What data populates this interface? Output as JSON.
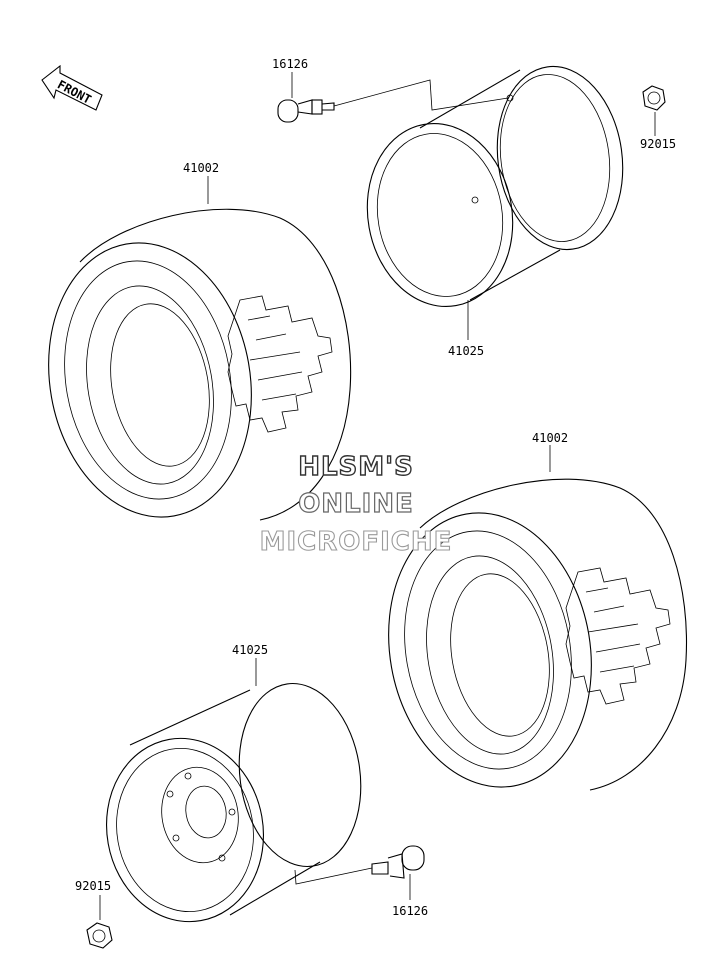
{
  "front_label": "FRONT",
  "parts": {
    "valve_top": "16126",
    "nut_top": "92015",
    "tire_left": "41002",
    "rim_top": "41025",
    "tire_right": "41002",
    "rim_bottom": "41025",
    "nut_bottom": "92015",
    "valve_bottom": "16126"
  },
  "watermark": {
    "line1": "HLSM'S",
    "line2": "ONLINE",
    "line3": "MICROFICHE"
  },
  "colors": {
    "watermark_dark": "#333333",
    "watermark_light": "#9a9a9a",
    "ink": "#000000"
  }
}
